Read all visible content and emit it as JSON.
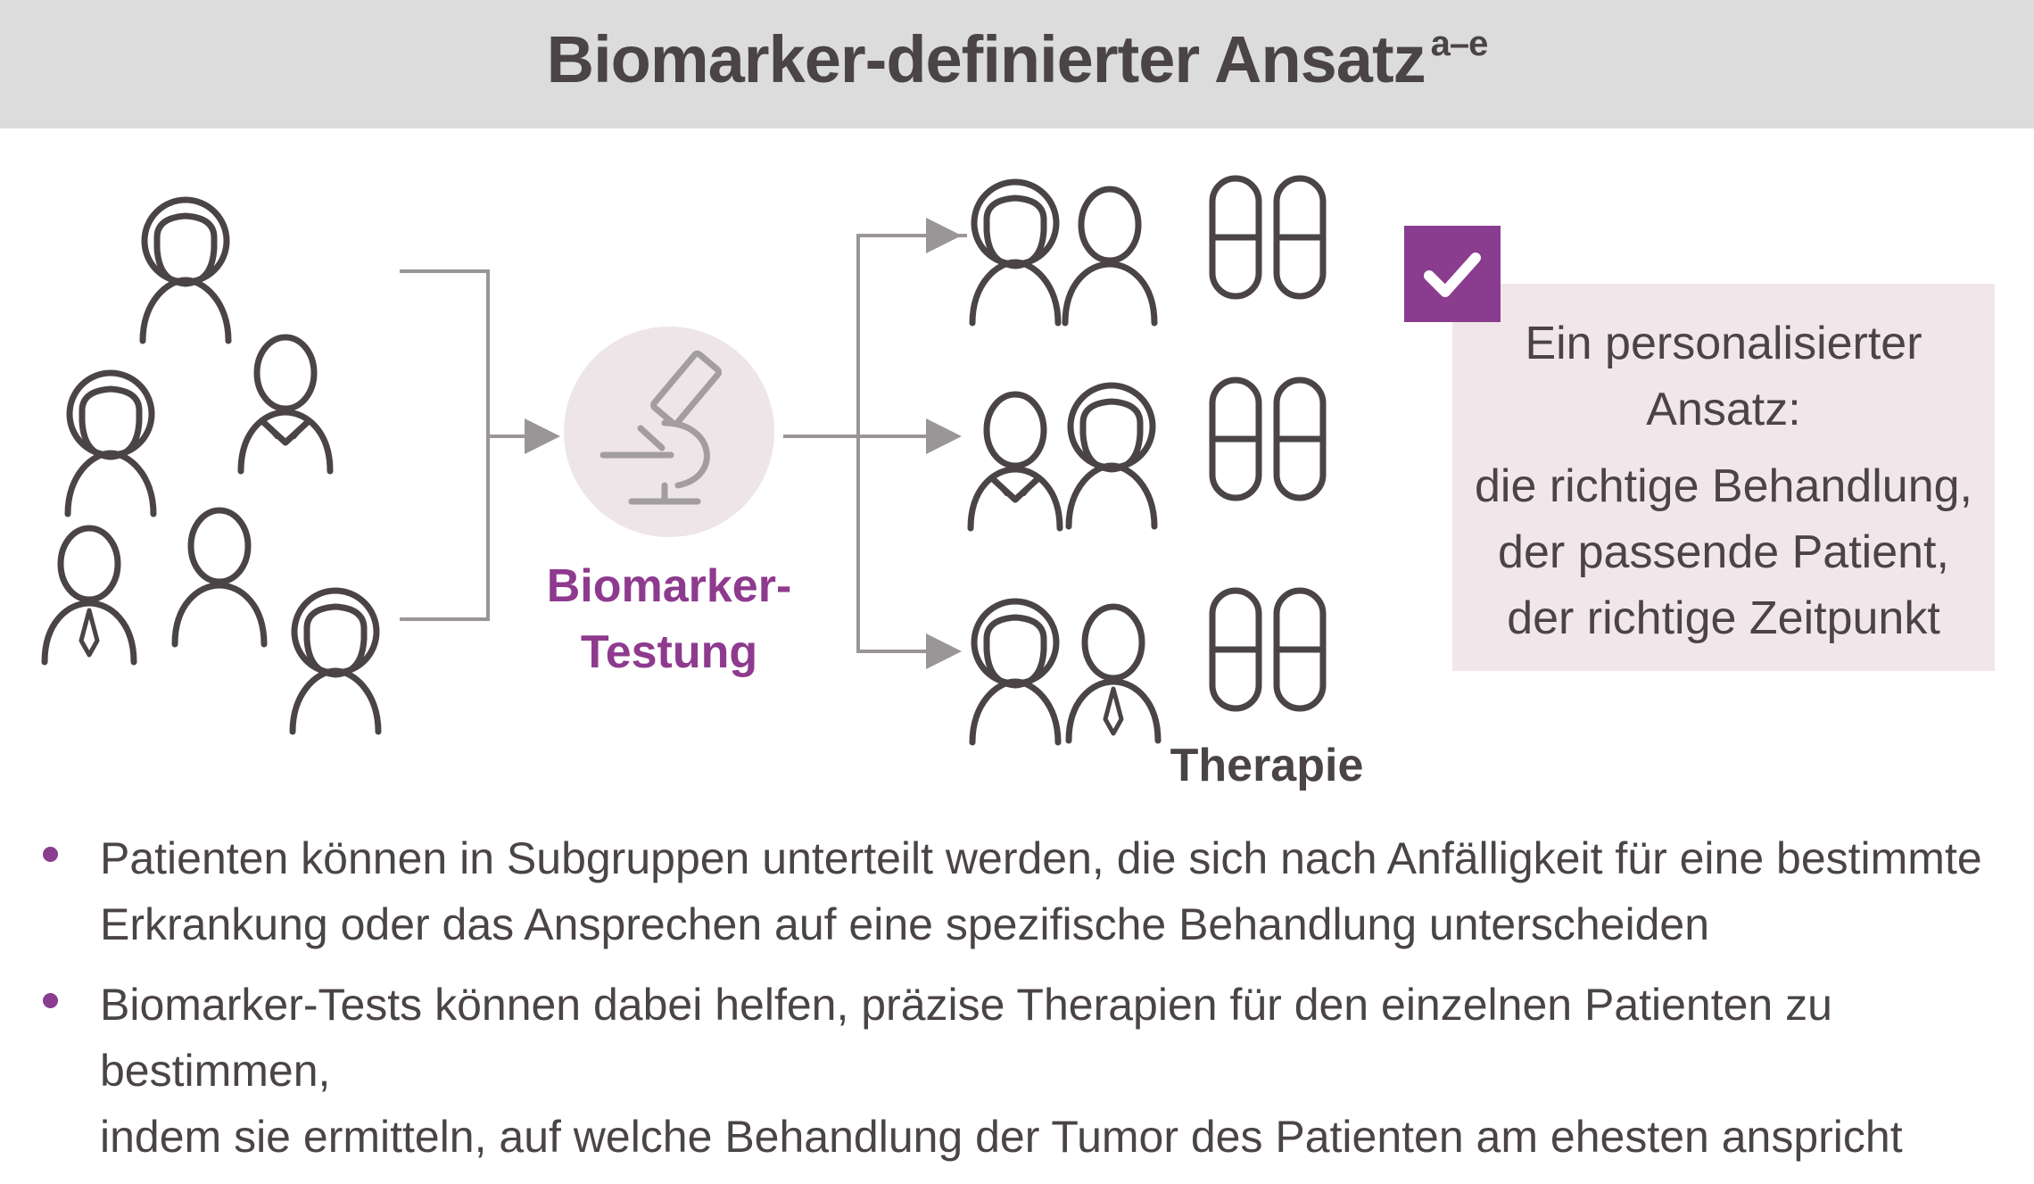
{
  "header": {
    "title": "Biomarker-definierter Ansatz",
    "superscript": "a–e"
  },
  "diagram": {
    "biomarker_label_line1": "Biomarker-",
    "biomarker_label_line2": "Testung",
    "therapy_label": "Therapie",
    "callout": {
      "heading_line1": "Ein personalisierter",
      "heading_line2": "Ansatz:",
      "body_line1": "die richtige Behandlung,",
      "body_line2": "der passende Patient,",
      "body_line3": "der richtige Zeitpunkt"
    }
  },
  "bullets": [
    {
      "line1": "Patienten können in Subgruppen unterteilt werden, die sich nach Anfälligkeit für eine bestimmte",
      "line2": "Erkrankung oder das Ansprechen auf eine spezifische Behandlung unterscheiden"
    },
    {
      "line1": "Biomarker-Tests können dabei helfen, präzise Therapien für den einzelnen Patienten zu bestimmen,",
      "line2": "indem sie ermitteln, auf welche Behandlung der Tumor des Patienten am ehesten anspricht"
    }
  ],
  "colors": {
    "accent": "#8a3c8e",
    "text": "#4a4446",
    "callout_bg": "#f1e6ea",
    "header_bg": "#dcdcdc",
    "circle_bg": "#eee5e8"
  },
  "icons": [
    "person-female-icon",
    "person-male-icon",
    "person-male-collar-icon",
    "person-male-tie-icon",
    "microscope-icon",
    "pill-capsule-icon",
    "checkmark-icon"
  ]
}
